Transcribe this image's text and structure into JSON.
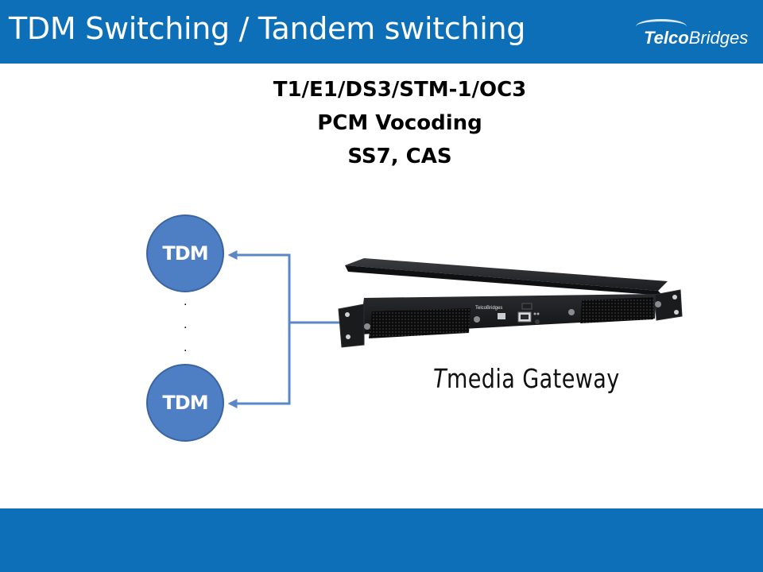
{
  "header": {
    "title": "TDM Switching / Tandem switching",
    "logo": {
      "part1": "Telco",
      "part2": "Bridges"
    }
  },
  "subtitle": {
    "lines": [
      "T1/E1/DS3/STM-1/OC3",
      "PCM Vocoding",
      "SS7, CAS"
    ]
  },
  "diagram": {
    "nodes": [
      {
        "label": "TDM"
      },
      {
        "label": "TDM"
      }
    ],
    "ellipsis": [
      ".",
      ".",
      "."
    ],
    "device": {
      "caption_prefix": "T",
      "caption_rest": "media Gateway",
      "front_label": "TelcoBridges"
    }
  },
  "colors": {
    "bar": "#0d6fb8",
    "node_fill": "#4e7fc4",
    "node_stroke": "#3a64a0",
    "line": "#5b87c6"
  }
}
